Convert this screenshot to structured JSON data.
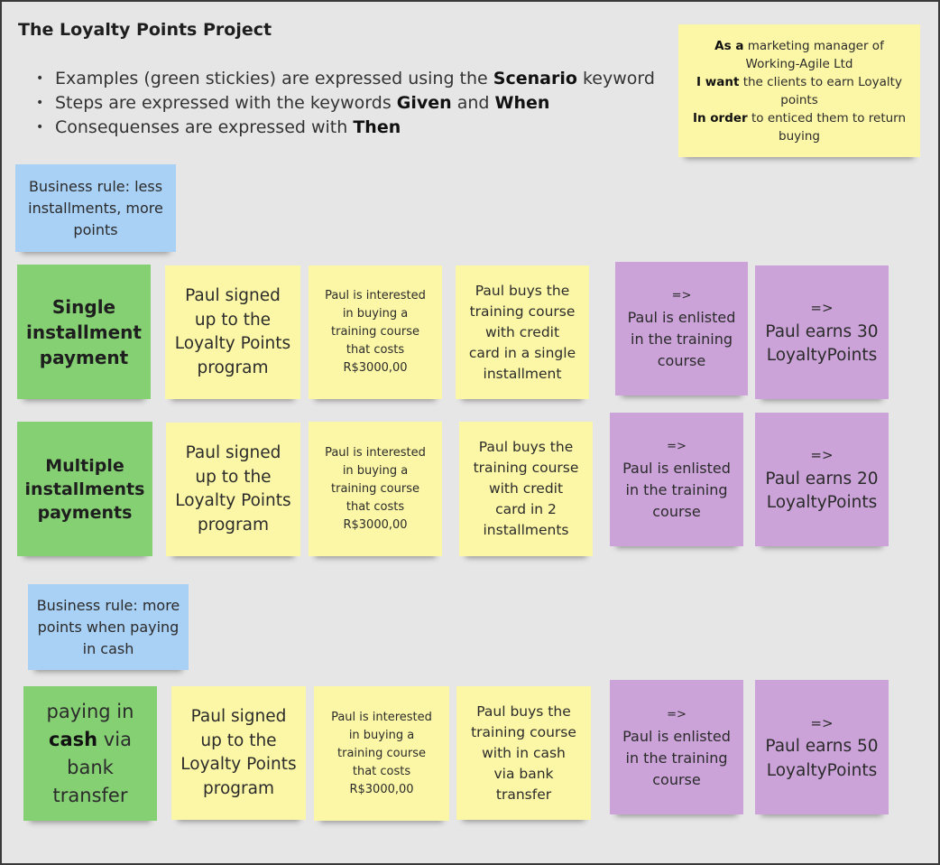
{
  "board": {
    "title": "The Loyalty Points Project",
    "bullets": [
      {
        "pre": "Examples (green stickies) are expressed using the ",
        "b1": "Scenario",
        "mid": " keyword",
        "b2": "",
        "post": ""
      },
      {
        "pre": "Steps are expressed with the keywords ",
        "b1": "Given",
        "mid": " and ",
        "b2": "When",
        "post": ""
      },
      {
        "pre": "Consequenses are expressed with ",
        "b1": "Then",
        "mid": "",
        "b2": "",
        "post": ""
      }
    ]
  },
  "story": {
    "as_a_kw": "As a",
    "as_a_text": " marketing manager of",
    "as_a_text2": "Working-Agile Ltd",
    "i_want_kw": "I want",
    "i_want_text": " the clients to earn Loyalty",
    "i_want_text2": "points",
    "in_order_kw": "In order",
    "in_order_text": " to enticed them to return",
    "in_order_text2": "buying"
  },
  "rules": {
    "rule1": [
      "Business rule: less",
      "installments, more",
      "points"
    ],
    "rule2": [
      "Business rule: more",
      "points when paying",
      "in cash"
    ]
  },
  "scenarios": {
    "s1": {
      "name": [
        "Single",
        "installment",
        "payment"
      ],
      "given": [
        "Paul signed",
        "up to the",
        "Loyalty Points",
        "program"
      ],
      "interest": [
        "Paul is interested",
        "in buying a",
        "training course",
        "that costs",
        "R$3000,00"
      ],
      "when": [
        "Paul buys the",
        "training course",
        "with credit",
        "card in a single",
        "installment"
      ],
      "then1": [
        "=>",
        "Paul is enlisted",
        "in the training",
        "course"
      ],
      "then2": [
        "=>",
        "Paul earns 30",
        "LoyaltyPoints"
      ]
    },
    "s2": {
      "name": [
        "Multiple",
        "installments",
        "payments"
      ],
      "given": [
        "Paul signed",
        "up to the",
        "Loyalty Points",
        "program"
      ],
      "interest": [
        "Paul is interested",
        "in buying a",
        "training course",
        "that costs",
        "R$3000,00"
      ],
      "when": [
        "Paul buys the",
        "training course",
        "with credit",
        "card in 2",
        "installments"
      ],
      "then1": [
        "=>",
        "Paul is enlisted",
        "in the training",
        "course"
      ],
      "then2": [
        "=>",
        "Paul earns 20",
        "LoyaltyPoints"
      ]
    },
    "s3": {
      "name_line1": "paying in",
      "name_bold": "cash",
      "name_line2_rest": " via",
      "name_line3": "bank",
      "name_line4": "transfer",
      "given": [
        "Paul signed",
        "up to the",
        "Loyalty Points",
        "program"
      ],
      "interest": [
        "Paul is interested",
        "in buying a",
        "training course",
        "that costs",
        "R$3000,00"
      ],
      "when": [
        "Paul buys the",
        "training course",
        "with in cash",
        "via bank",
        "transfer"
      ],
      "then1": [
        "=>",
        "Paul is enlisted",
        "in the training",
        "course"
      ],
      "then2": [
        "=>",
        "Paul earns 50",
        "LoyaltyPoints"
      ]
    }
  },
  "colors": {
    "background": "#e6e6e6",
    "yellow": "#fcf7a6",
    "green": "#86d074",
    "purple": "#cba3d9",
    "blue": "#a9d0f5"
  }
}
